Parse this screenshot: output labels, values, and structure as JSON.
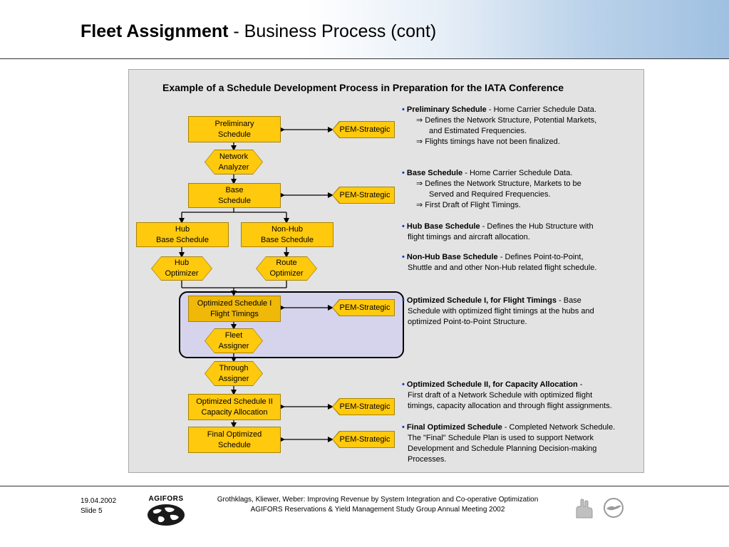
{
  "slide": {
    "title_bold": "Fleet Assignment",
    "title_rest": " - Business Process (cont)"
  },
  "diagram": {
    "title": "Example of a Schedule Development Process in Preparation for the IATA Conference",
    "nodes": {
      "preliminary": "Preliminary\nSchedule",
      "network_analyzer": "Network\nAnalyzer",
      "base": "Base\nSchedule",
      "hub_base": "Hub\nBase Schedule",
      "nonhub_base": "Non-Hub\nBase Schedule",
      "hub_optimizer": "Hub\nOptimizer",
      "route_optimizer": "Route\nOptimizer",
      "opt_sched_1": "Optimized Schedule I\nFlight Timings",
      "fleet_assigner": "Fleet\nAssigner",
      "through_assigner": "Through\nAssigner",
      "opt_sched_2": "Optimized Schedule II\nCapacity Allocation",
      "final_opt": "Final Optimized\nSchedule"
    },
    "pem_label": "PEM-Strategic",
    "descriptions": {
      "d1_bold": "Preliminary Schedule",
      "d1_rest": " - Home Carrier Schedule Data.",
      "d1_a": "Defines the Network Structure, Potential Markets,",
      "d1_b": "and Estimated Frequencies.",
      "d1_c": "Flights timings have not been finalized.",
      "d2_bold": "Base Schedule",
      "d2_rest": " - Home Carrier Schedule Data.",
      "d2_a": "Defines the Network Structure, Markets to be",
      "d2_b": "Served and Required Frequencies.",
      "d2_c": "First Draft of Flight Timings.",
      "d3_bold": "Hub Base Schedule",
      "d3_rest": " - Defines the Hub Structure with",
      "d3_a": "flight timings and aircraft allocation.",
      "d4_bold": "Non-Hub Base Schedule",
      "d4_rest": " - Defines Point-to-Point,",
      "d4_a": "Shuttle and and other Non-Hub related flight schedule.",
      "d5_bold": "Optimized Schedule I, for Flight Timings",
      "d5_rest": " - Base",
      "d5_a": "Schedule with optimized flight timings at the hubs and",
      "d5_b": "optimized Point-to-Point Structure.",
      "d6_bold": "Optimized Schedule II, for Capacity Allocation",
      "d6_rest": " -",
      "d6_a": "First draft of a Network Schedule with optimized flight",
      "d6_b": "timings, capacity allocation and through flight assignments.",
      "d7_bold": "Final Optimized Schedule",
      "d7_rest": " - Completed Network Schedule.",
      "d7_a": "The \"Final\" Schedule Plan is used to support Network",
      "d7_b": "Development and Schedule Planning Decision-making",
      "d7_c": "Processes."
    }
  },
  "footer": {
    "date": "19.04.2002",
    "slide": "Slide 5",
    "org": "AGIFORS",
    "line1": "Grothklags, Kliewer, Weber: Improving Revenue by System Integration and Co-operative Optimization",
    "line2": "AGIFORS Reservations & Yield Management Study Group Annual Meeting 2002"
  },
  "colors": {
    "box_fill": "#ffc90e",
    "highlight_fill": "#d6d4ec",
    "bullet": "#1a33cc"
  },
  "icons": [
    "globe-icon",
    "hands-logo-icon",
    "crane-logo-icon",
    "implies-arrow-icon"
  ]
}
